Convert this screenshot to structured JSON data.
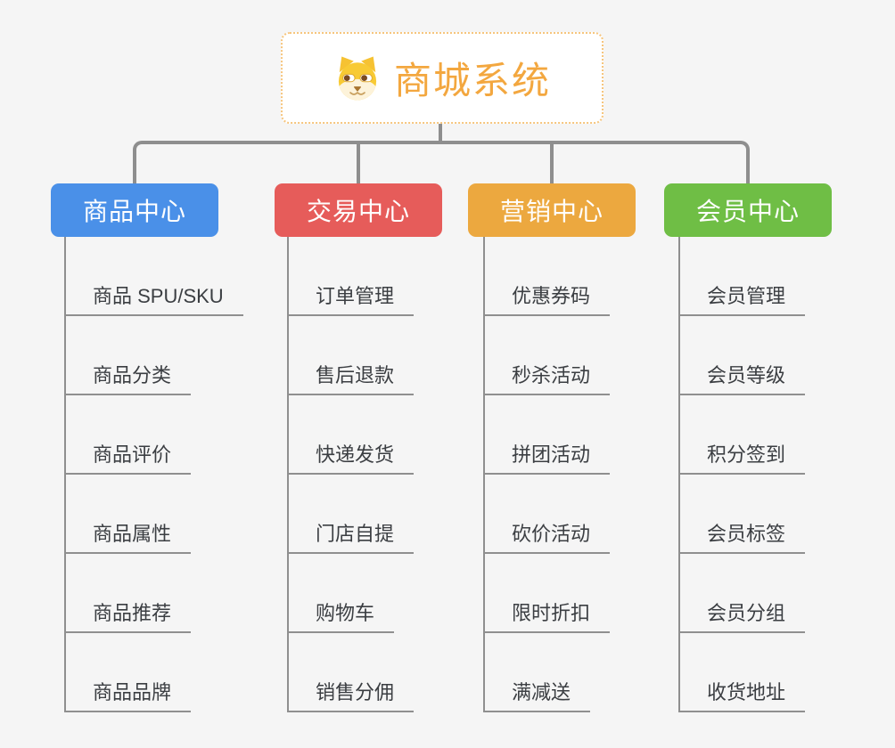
{
  "root": {
    "title": "商城系统",
    "icon": "shiba-dog-face-icon",
    "title_color": "#f3a73f",
    "border_color": "#f6c57d"
  },
  "branches": [
    {
      "label": "商品中心",
      "color": "#4a90e8",
      "items": [
        "商品 SPU/SKU",
        "商品分类",
        "商品评价",
        "商品属性",
        "商品推荐",
        "商品品牌"
      ]
    },
    {
      "label": "交易中心",
      "color": "#e65c5a",
      "items": [
        "订单管理",
        "售后退款",
        "快递发货",
        "门店自提",
        "购物车",
        "销售分佣"
      ]
    },
    {
      "label": "营销中心",
      "color": "#eca83f",
      "items": [
        "优惠券码",
        "秒杀活动",
        "拼团活动",
        "砍价活动",
        "限时折扣",
        "满减送"
      ]
    },
    {
      "label": "会员中心",
      "color": "#6fbe45",
      "items": [
        "会员管理",
        "会员等级",
        "积分签到",
        "会员标签",
        "会员分组",
        "收货地址"
      ]
    }
  ],
  "colors": {
    "background": "#f5f5f5",
    "connector": "#8e8e8e",
    "leaf_line": "#8f8f8f",
    "leaf_text": "#3b3e42",
    "branch_text": "#ffffff"
  }
}
